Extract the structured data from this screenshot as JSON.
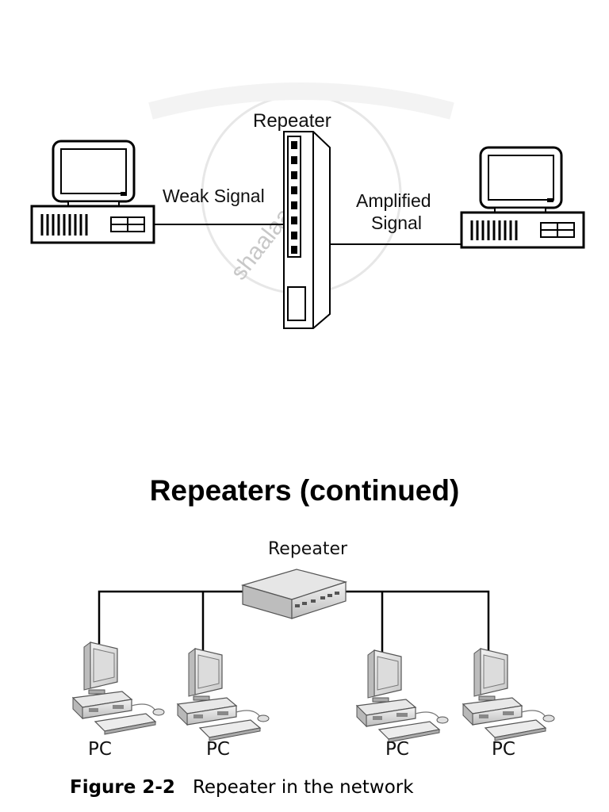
{
  "diagram1": {
    "device_label": "Repeater",
    "left_link_label": "Weak Signal",
    "right_link_label_line1": "Amplified",
    "right_link_label_line2": "Signal",
    "watermark": "shaalaa.com"
  },
  "title": "Repeaters (continued)",
  "diagram2": {
    "device_label": "Repeater",
    "pcs": [
      {
        "label": "PC"
      },
      {
        "label": "PC"
      },
      {
        "label": "PC"
      },
      {
        "label": "PC"
      }
    ]
  },
  "caption": {
    "figure_number": "Figure 2-2",
    "text": "Repeater in the network"
  }
}
